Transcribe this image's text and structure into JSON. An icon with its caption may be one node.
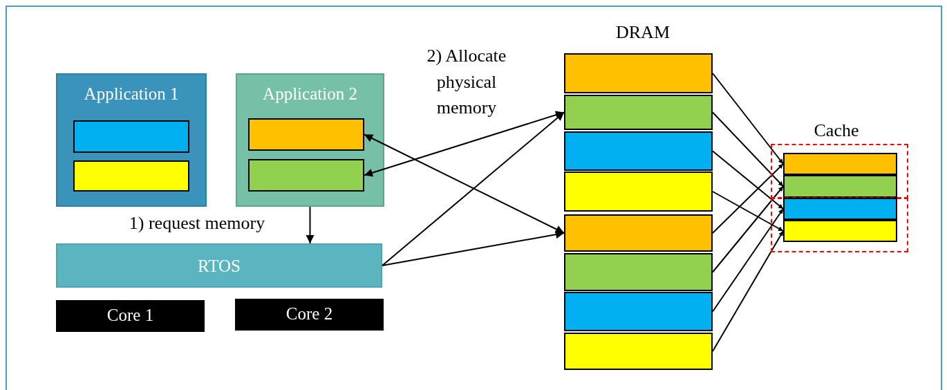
{
  "diagram": {
    "nodes": [
      {
        "text": [
          "Application 1"
        ]
      },
      {
        "text": [],
        "shape": "box",
        "in": 0
      },
      {
        "text": [],
        "shape": "box",
        "in": 0
      },
      {
        "text": [
          "Application 2"
        ]
      },
      {
        "text": [],
        "shape": "box",
        "in": 3
      },
      {
        "text": [],
        "shape": "box",
        "in": 3
      },
      {
        "text": [
          "RTOS"
        ]
      },
      {
        "text": [
          "Core 1"
        ]
      },
      {
        "text": [
          "Core 2"
        ]
      },
      {
        "text": [],
        "shape": "box"
      },
      {
        "text": [],
        "shape": "box"
      },
      {
        "text": [],
        "shape": "box"
      },
      {
        "text": [],
        "shape": "box"
      },
      {
        "text": [],
        "shape": "box"
      },
      {
        "text": [],
        "shape": "box"
      },
      {
        "text": [],
        "shape": "box"
      },
      {
        "text": [],
        "shape": "box"
      },
      {
        "text": [],
        "shape": "box",
        "in": 21
      },
      {
        "text": [],
        "shape": "box",
        "in": 21
      },
      {
        "text": [],
        "shape": "box",
        "in": 22
      },
      {
        "text": [],
        "shape": "box",
        "in": 22
      },
      {
        "text": [],
        "shape": "box"
      },
      {
        "text": [],
        "shape": "box"
      }
    ],
    "edges": [
      {
        "from": 3,
        "to": 6,
        "arrow": "to"
      },
      {
        "from": 6,
        "to": 10,
        "arrow": "to"
      },
      {
        "from": 6,
        "to": 13,
        "arrow": "to"
      },
      {
        "from": 10,
        "to": 5,
        "arrow": "both"
      },
      {
        "from": 13,
        "to": 4,
        "arrow": "both"
      },
      {
        "from": 9,
        "to": 17,
        "arrow": "to"
      },
      {
        "from": 10,
        "to": 18,
        "arrow": "to"
      },
      {
        "from": 11,
        "to": 19,
        "arrow": "to"
      },
      {
        "from": 12,
        "to": 20,
        "arrow": "to"
      },
      {
        "from": 13,
        "to": 17,
        "arrow": "to"
      },
      {
        "from": 14,
        "to": 18,
        "arrow": "to"
      },
      {
        "from": 15,
        "to": 19,
        "arrow": "to"
      },
      {
        "from": 16,
        "to": 20,
        "arrow": "to"
      }
    ],
    "labels": [
      "DRAM",
      "2) Allocate physical memory",
      "Cache",
      "1) request memory"
    ]
  }
}
